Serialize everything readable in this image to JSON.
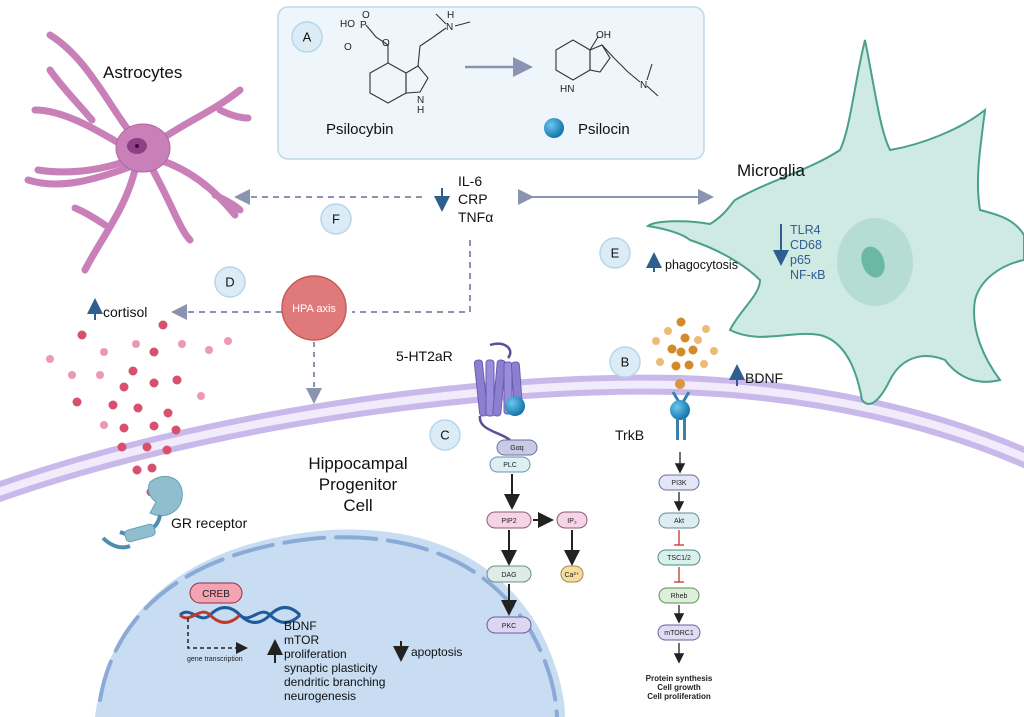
{
  "title": "Mechanisms of psilocybin action on hippocampal progenitor cells",
  "panel_labels": [
    "A",
    "B",
    "C",
    "D",
    "E",
    "F"
  ],
  "panelA": {
    "compounds": {
      "prodrug": "Psilocybin",
      "active": "Psilocin"
    },
    "atoms": {
      "ho": "HO",
      "o_minus": "O",
      "minus": "−",
      "p": "P",
      "o": "O",
      "o2": "O",
      "n_plus": "N",
      "h": "H",
      "plus": "+",
      "nh": "N",
      "nh_h": "H",
      "oh": "OH",
      "hn": "HN",
      "n": "N"
    }
  },
  "cells": {
    "astrocytes": "Astrocytes",
    "microglia": "Microglia",
    "hippocampal": [
      "Hippocampal",
      "Progenitor",
      "Cell"
    ]
  },
  "cytokines": {
    "items": [
      "IL-6",
      "CRP",
      "TNFα"
    ],
    "direction": "down"
  },
  "microglia_markers": {
    "items": [
      "TLR4",
      "CD68",
      "p65",
      "NF-κB"
    ],
    "direction": "down"
  },
  "phagocytosis": {
    "label": "phagocytosis",
    "direction": "up"
  },
  "bdnf": {
    "label": "BDNF",
    "direction": "up"
  },
  "cortisol": {
    "label": "cortisol",
    "direction": "up"
  },
  "hpa": "HPA axis",
  "receptors": {
    "ht2a": "5-HT2aR",
    "trkb": "TrkB",
    "gr": "GR receptor"
  },
  "gq_pathway": {
    "gaq": "Gαq",
    "plc": "PLC",
    "pip2": "PIP2",
    "ip3": "IP₃",
    "dag": "DAG",
    "ca": "Ca²⁺",
    "pkc": "PKC"
  },
  "trkb_pathway": {
    "nodes": [
      "PI3K",
      "Akt",
      "TSC1/2",
      "Rheb",
      "mTORC1"
    ],
    "outcomes": [
      "Protein synthesis",
      "Cell growth",
      "Cell proliferation"
    ]
  },
  "nucleus": {
    "creb": "CREB",
    "gene_transcription": "gene transcription",
    "up_effects": [
      "BDNF",
      "mTOR",
      "proliferation",
      "synaptic plasticity",
      "dendritic branching",
      "neurogenesis"
    ],
    "down_effects": [
      "apoptosis"
    ]
  },
  "colors": {
    "astrocyte": "#c97fb8",
    "microglia": "#cfe9e3",
    "microglia_edge": "#4aa08c",
    "membrane": "#c9b8ea",
    "nucleus": "#c8dcf2",
    "hpa": "#e07a7a",
    "cortisol_dot": "#d9506f",
    "bdnf_dot": "#d9973b",
    "psilocin": "#1f8fc4",
    "label_circle": "#dbecf6"
  }
}
